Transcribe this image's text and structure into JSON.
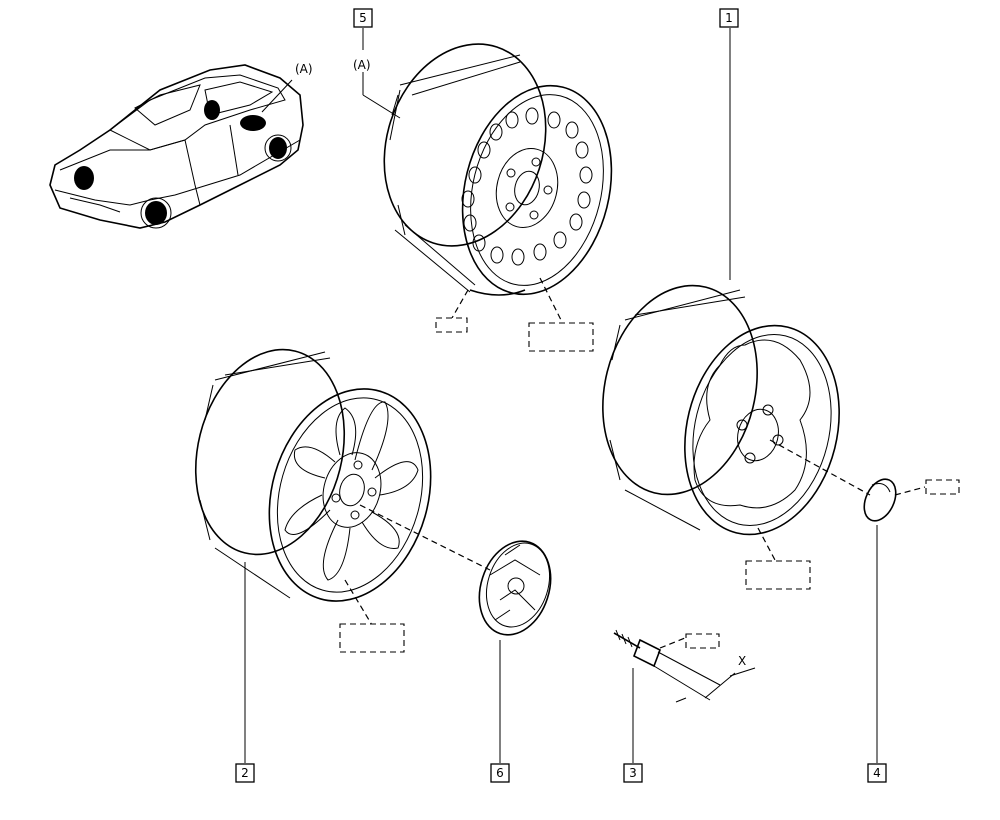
{
  "callouts": {
    "c1": "1",
    "c2": "2",
    "c3": "3",
    "c4": "4",
    "c5": "5",
    "c6": "6"
  },
  "labels": {
    "car_a": "(A)",
    "wheel_a": "(A)",
    "dim_x": "X"
  }
}
